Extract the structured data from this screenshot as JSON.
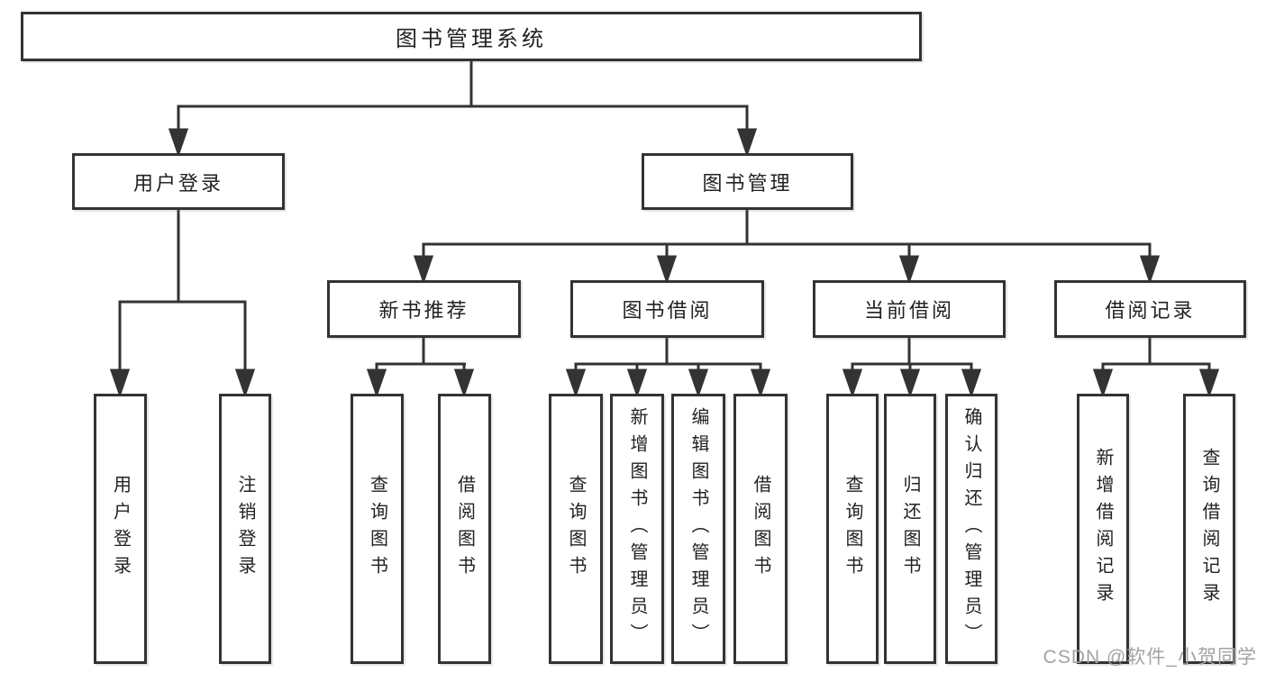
{
  "diagram": {
    "type": "hierarchy-tree",
    "colors": {
      "line": "#333333",
      "box_border": "#333333",
      "box_fill": "#ffffff",
      "text": "#222222",
      "watermark": "#a3a3a3"
    },
    "root": {
      "label": "图书管理系统",
      "children": [
        {
          "label": "用户登录",
          "children": [
            {
              "label": "用户登录"
            },
            {
              "label": "注销登录"
            }
          ]
        },
        {
          "label": "图书管理",
          "children": [
            {
              "label": "新书推荐",
              "children": [
                {
                  "label": "查询图书"
                },
                {
                  "label": "借阅图书"
                }
              ]
            },
            {
              "label": "图书借阅",
              "children": [
                {
                  "label": "查询图书"
                },
                {
                  "label": "新增图书（管理员）"
                },
                {
                  "label": "编辑图书（管理员）"
                },
                {
                  "label": "借阅图书"
                }
              ]
            },
            {
              "label": "当前借阅",
              "children": [
                {
                  "label": "查询图书"
                },
                {
                  "label": "归还图书"
                },
                {
                  "label": "确认归还（管理员）"
                }
              ]
            },
            {
              "label": "借阅记录",
              "children": [
                {
                  "label": "新增借阅记录"
                },
                {
                  "label": "查询借阅记录"
                }
              ]
            }
          ]
        }
      ]
    }
  },
  "watermark": {
    "text": "CSDN @软件_小贺同学"
  }
}
